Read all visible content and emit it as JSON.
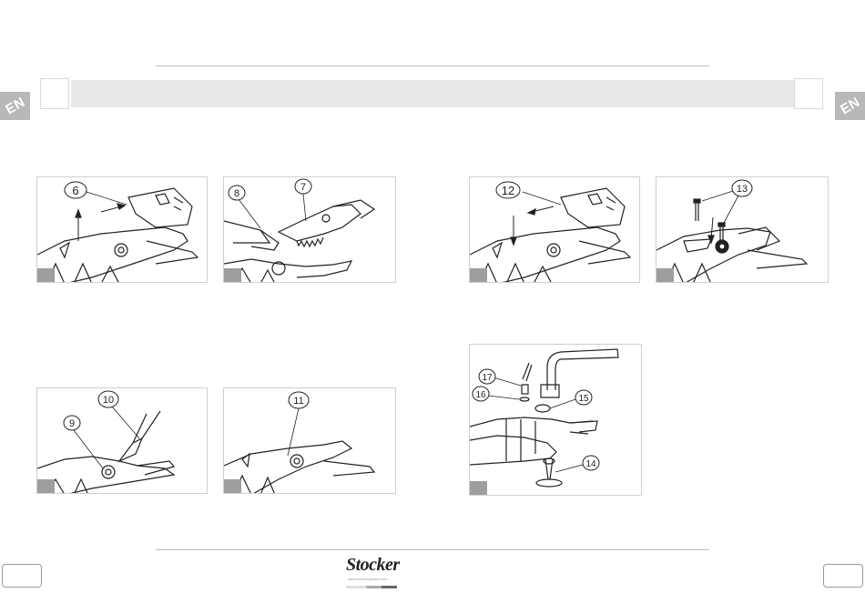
{
  "header": {
    "lang_left": "EN",
    "lang_right": "EN"
  },
  "figures": [
    {
      "id": "fig-a",
      "callouts": [
        "6"
      ]
    },
    {
      "id": "fig-b",
      "callouts": [
        "8",
        "7"
      ]
    },
    {
      "id": "fig-c",
      "callouts": [
        "10",
        "9"
      ]
    },
    {
      "id": "fig-d",
      "callouts": [
        "11"
      ]
    },
    {
      "id": "fig-e",
      "callouts": [
        "12"
      ]
    },
    {
      "id": "fig-f",
      "callouts": [
        "13"
      ]
    },
    {
      "id": "fig-g",
      "callouts": [
        "17",
        "16",
        "15",
        "14"
      ]
    }
  ],
  "footer": {
    "logo": "Stocker",
    "url": "www.stockergarden.com"
  }
}
